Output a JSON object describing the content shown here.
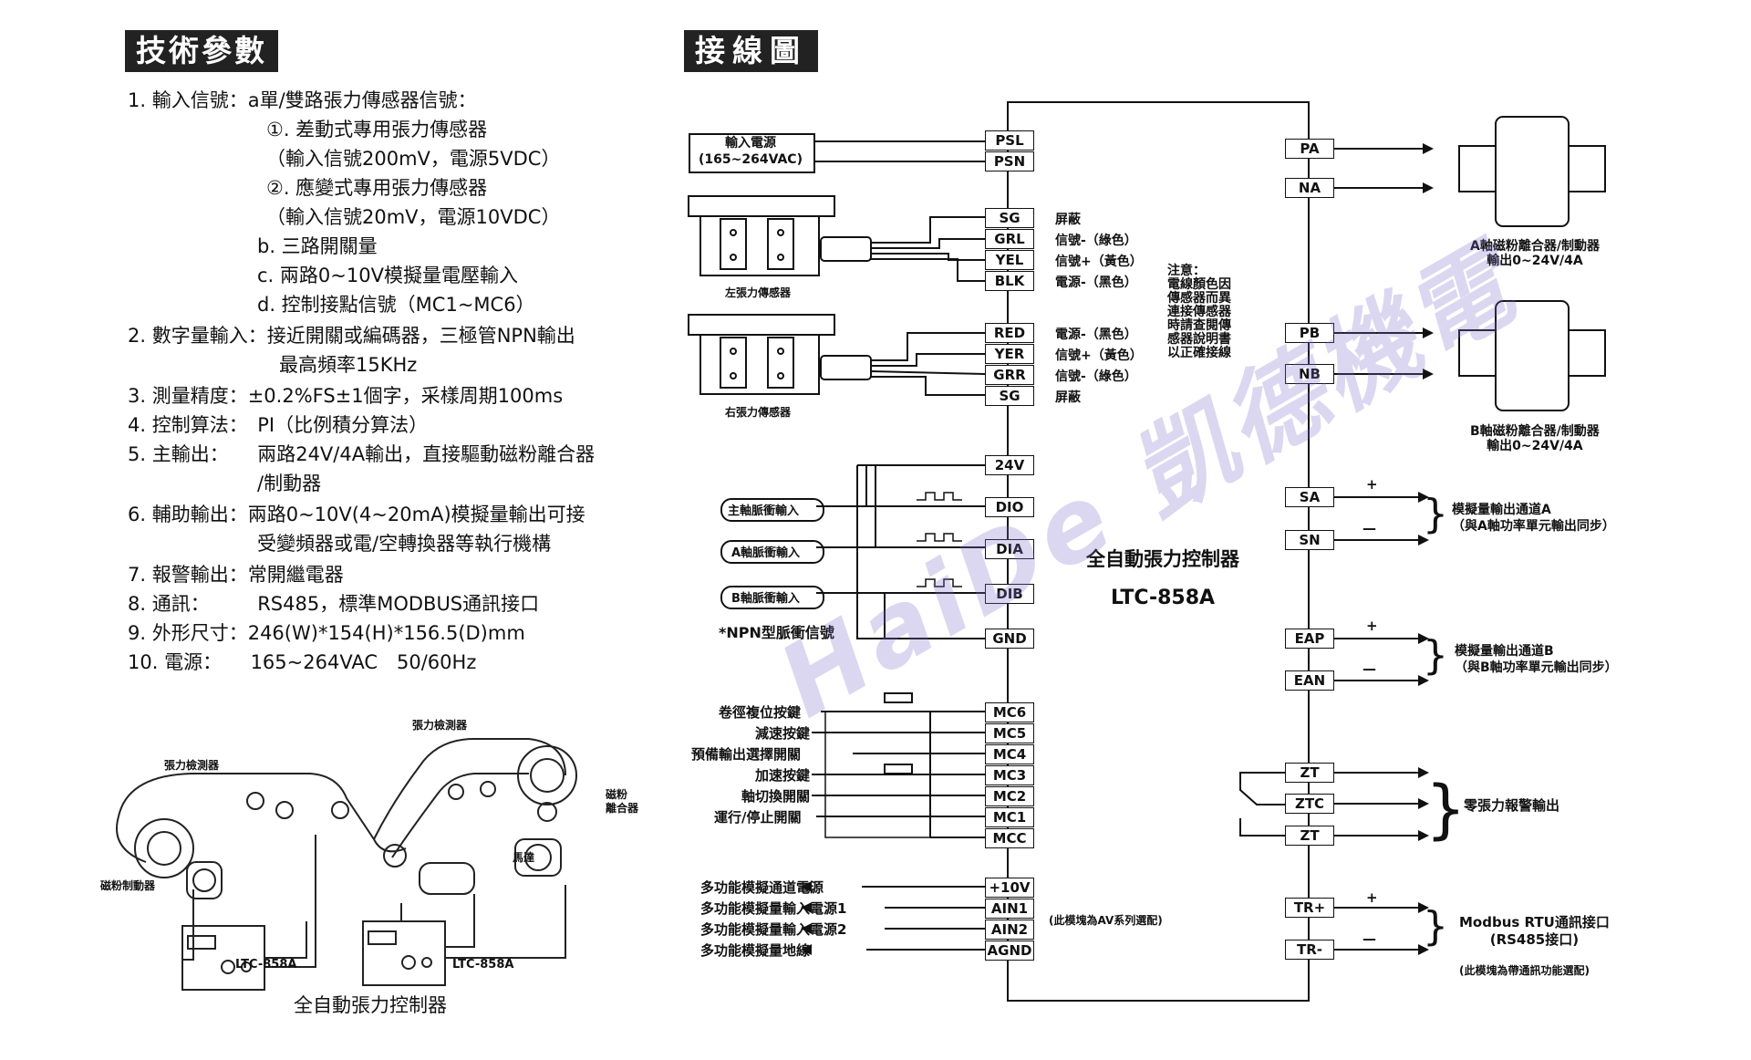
{
  "left": {
    "header": "技術參數",
    "specs": [
      "1. 輸入信號：a單/雙路張力傳感器信號：",
      "①. 差動式專用張力傳感器",
      "（輸入信號200mV，電源5VDC）",
      "②. 應變式專用張力傳感器",
      "（輸入信號20mV，電源10VDC）",
      "b. 三路開關量",
      "c. 兩路0~10V模擬量電壓輸入",
      "d. 控制接點信號（MC1~MC6）",
      "2. 數字量輸入：接近開關或編碼器，三極管NPN輸出",
      "最高頻率15KHz",
      "3. 測量精度：±0.2%FS±1個字，采樣周期100ms",
      "4. 控制算法：　PI（比例積分算法）",
      "5. 主輸出：　　兩路24V/4A輸出，直接驅動磁粉離合器",
      "/制動器",
      "6. 輔助輸出：兩路0~10V(4~20mA)模擬量輸出可接",
      "受變頻器或電/空轉換器等執行機構",
      "7. 報警輸出：常開繼電器",
      "8. 通訊：　　　RS485，標準MODBUS通訊接口",
      "9. 外形尺寸：246(W)*154(H)*156.5(D)mm",
      "10. 電源：　　165~264VAC　50/60Hz"
    ],
    "illustration": {
      "sensor_label_1": "張力檢測器",
      "sensor_label_2": "張力檢測器",
      "brake_label": "磁粉制動器",
      "clutch_label": "磁粉\n離合器",
      "motor_label": "馬達",
      "controller_1": "LTC-858A",
      "controller_2": "LTC-858A",
      "caption": "全自動張力控制器"
    }
  },
  "right": {
    "header": "接線圖",
    "power_box": "輸入電源\n(165~264VAC)",
    "left_sensor": "左張力傳感器",
    "right_sensor": "右張力傳感器",
    "pulse_inputs": [
      "主軸脈衝輸入",
      "A軸脈衝輸入",
      "B軸脈衝輸入"
    ],
    "npn_note": "*NPN型脈衝信號",
    "switch_labels": [
      "卷徑複位按鍵",
      "減速按鍵",
      "預備輸出選擇開關",
      "加速按鍵",
      "軸切換開關",
      "運行/停止開關"
    ],
    "analog_labels": [
      "多功能模擬通道電源",
      "多功能模擬量輸入電源1",
      "多功能模擬量輸入電源2",
      "多功能模擬量地線"
    ],
    "av_note": "(此模塊為AV系列選配)",
    "left_terminals": [
      "PSL",
      "PSN",
      "SG",
      "GRL",
      "YEL",
      "BLK",
      "RED",
      "YER",
      "GRR",
      "SG",
      "24V",
      "DIO",
      "DIA",
      "DIB",
      "GND",
      "MC6",
      "MC5",
      "MC4",
      "MC3",
      "MC2",
      "MC1",
      "MCC",
      "+10V",
      "AIN1",
      "AIN2",
      "AGND"
    ],
    "wire_labels_top": [
      "屏蔽",
      "信號-（綠色）",
      "信號+（黃色）",
      "電源-（黑色）"
    ],
    "wire_labels_bottom": [
      "電源-（黑色）",
      "信號+（黃色）",
      "信號-（綠色）",
      "屏蔽"
    ],
    "note": "注意：\n電線顏色因\n傳感器而異\n連接傳感器\n時請查閱傳\n感器說明書\n以正確接線",
    "controller_name": "全自動張力控制器",
    "controller_model": "LTC-858A",
    "right_terminals": [
      "PA",
      "NA",
      "PB",
      "NB",
      "SA",
      "SN",
      "EAP",
      "EAN",
      "ZT",
      "ZTC",
      "ZT",
      "TR+",
      "TR-"
    ],
    "clutch_a": "A軸磁粉離合器/制動器\n輸出0~24V/4A",
    "clutch_b": "B軸磁粉離合器/制動器\n輸出0~24V/4A",
    "analog_a": "模擬量輸出通道A\n（與A軸功率單元輸出同步）",
    "analog_b": "模擬量輸出通道B\n（與B軸功率單元輸出同步）",
    "zero_alarm": "零張力報警輸出",
    "modbus": "Modbus RTU通訊接口\n(RS485接口)",
    "modbus_note": "(此模塊為帶通訊功能選配)",
    "plus": "+",
    "minus": "—"
  },
  "watermark": "HaiDe 凱德機電"
}
